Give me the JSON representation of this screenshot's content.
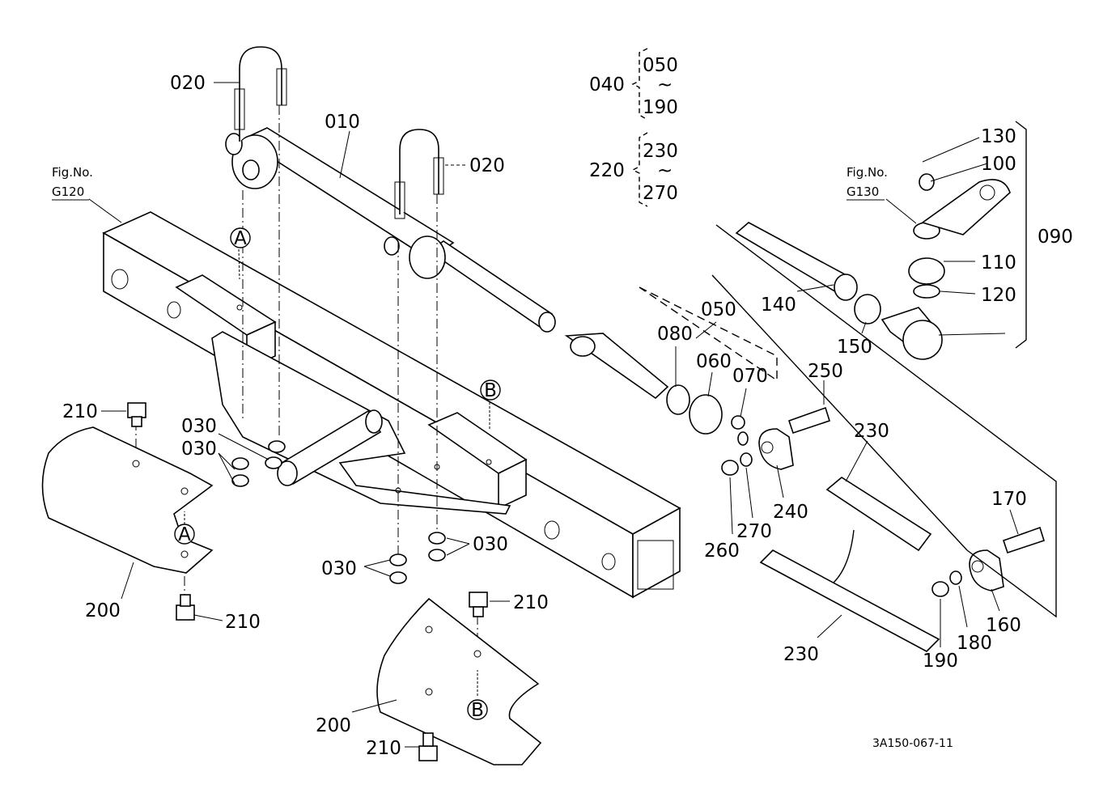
{
  "drawing_code": "3A150-067-11",
  "fig_refs": [
    {
      "line1": "Fig.No.",
      "line2": "G120"
    },
    {
      "line1": "Fig.No.",
      "line2": "G130"
    }
  ],
  "callouts": {
    "p010": "010",
    "p020a": "020",
    "p020b": "020",
    "p030a": "030",
    "p030b": "030",
    "p030c": "030",
    "p030d": "030",
    "p050": "050",
    "p060": "060",
    "p070": "070",
    "p080": "080",
    "p090": "090",
    "p100": "100",
    "p110": "110",
    "p120": "120",
    "p130": "130",
    "p140": "140",
    "p150": "150",
    "p160": "160",
    "p170": "170",
    "p180": "180",
    "p190": "190",
    "p200a": "200",
    "p200b": "200",
    "p210a": "210",
    "p210b": "210",
    "p210c": "210",
    "p210d": "210",
    "p230a": "230",
    "p230b": "230",
    "p240": "240",
    "p250": "250",
    "p260": "260",
    "p270": "270"
  },
  "groups": [
    {
      "parent": "040",
      "from": "050",
      "tilde": "~",
      "to": "190"
    },
    {
      "parent": "220",
      "from": "230",
      "tilde": "~",
      "to": "270"
    }
  ],
  "markers": {
    "a1": "A",
    "a2": "A",
    "b1": "B",
    "b2": "B"
  }
}
